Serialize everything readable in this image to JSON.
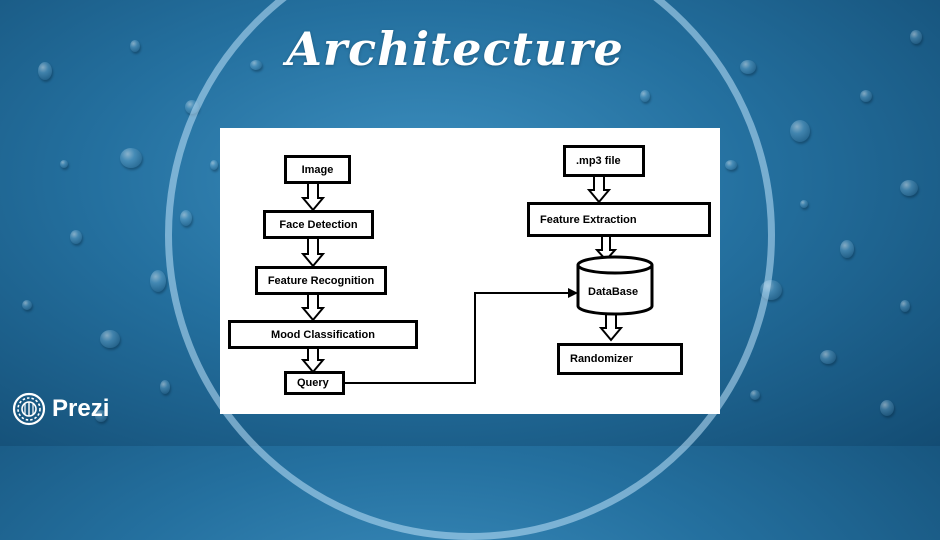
{
  "slide": {
    "title": "Architecture"
  },
  "diagram": {
    "nodes": {
      "image": "Image",
      "face_detection": "Face Detection",
      "feature_recognition": "Feature Recognition",
      "mood_classification": "Mood Classification",
      "query": "Query",
      "mp3_file": ".mp3 file",
      "feature_extraction": "Feature Extraction",
      "database": "DataBase",
      "randomizer": "Randomizer"
    },
    "edges": [
      [
        "Image",
        "Face Detection"
      ],
      [
        "Face Detection",
        "Feature Recognition"
      ],
      [
        "Feature Recognition",
        "Mood Classification"
      ],
      [
        "Mood Classification",
        "Query"
      ],
      [
        "Query",
        "DataBase"
      ],
      [
        ".mp3 file",
        "Feature Extraction"
      ],
      [
        "Feature Extraction",
        "DataBase"
      ],
      [
        "DataBase",
        "Randomizer"
      ]
    ]
  },
  "branding": {
    "logo_text": "Prezi",
    "logo_icon": "prezi-logo-icon"
  }
}
